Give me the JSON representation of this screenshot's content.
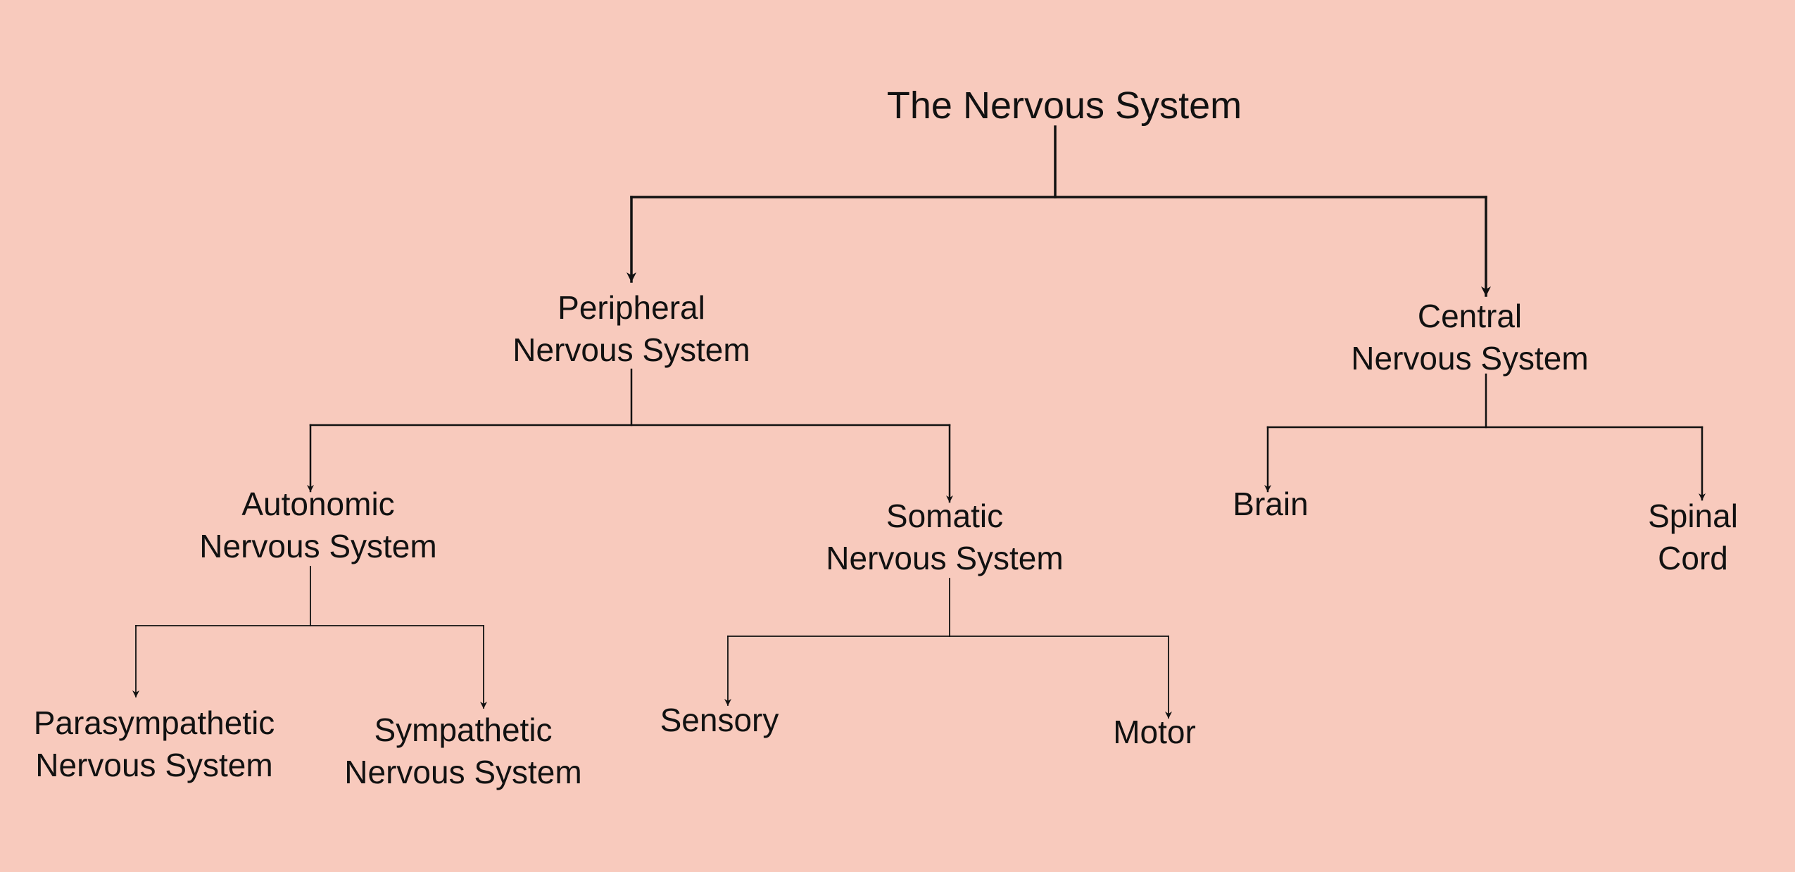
{
  "colors": {
    "background": "#f8cabd",
    "ink": "#111111"
  },
  "title": "The Nervous System",
  "nodes": {
    "peripheral": {
      "line1": "Peripheral",
      "line2": "Nervous System"
    },
    "central": {
      "line1": "Central",
      "line2": "Nervous System"
    },
    "autonomic": {
      "line1": "Autonomic",
      "line2": "Nervous System"
    },
    "somatic": {
      "line1": "Somatic",
      "line2": "Nervous System"
    },
    "brain": {
      "line1": "Brain"
    },
    "spinal_cord": {
      "line1": "Spinal",
      "line2": "Cord"
    },
    "parasympathetic": {
      "line1": "Parasympathetic",
      "line2": "Nervous System"
    },
    "sympathetic": {
      "line1": "Sympathetic",
      "line2": "Nervous System"
    },
    "sensory": {
      "line1": "Sensory"
    },
    "motor": {
      "line1": "Motor"
    }
  },
  "edges": [
    {
      "from": "root",
      "to": "peripheral"
    },
    {
      "from": "root",
      "to": "central"
    },
    {
      "from": "peripheral",
      "to": "autonomic"
    },
    {
      "from": "peripheral",
      "to": "somatic"
    },
    {
      "from": "central",
      "to": "brain"
    },
    {
      "from": "central",
      "to": "spinal_cord"
    },
    {
      "from": "autonomic",
      "to": "parasympathetic"
    },
    {
      "from": "autonomic",
      "to": "sympathetic"
    },
    {
      "from": "somatic",
      "to": "sensory"
    },
    {
      "from": "somatic",
      "to": "motor"
    }
  ]
}
